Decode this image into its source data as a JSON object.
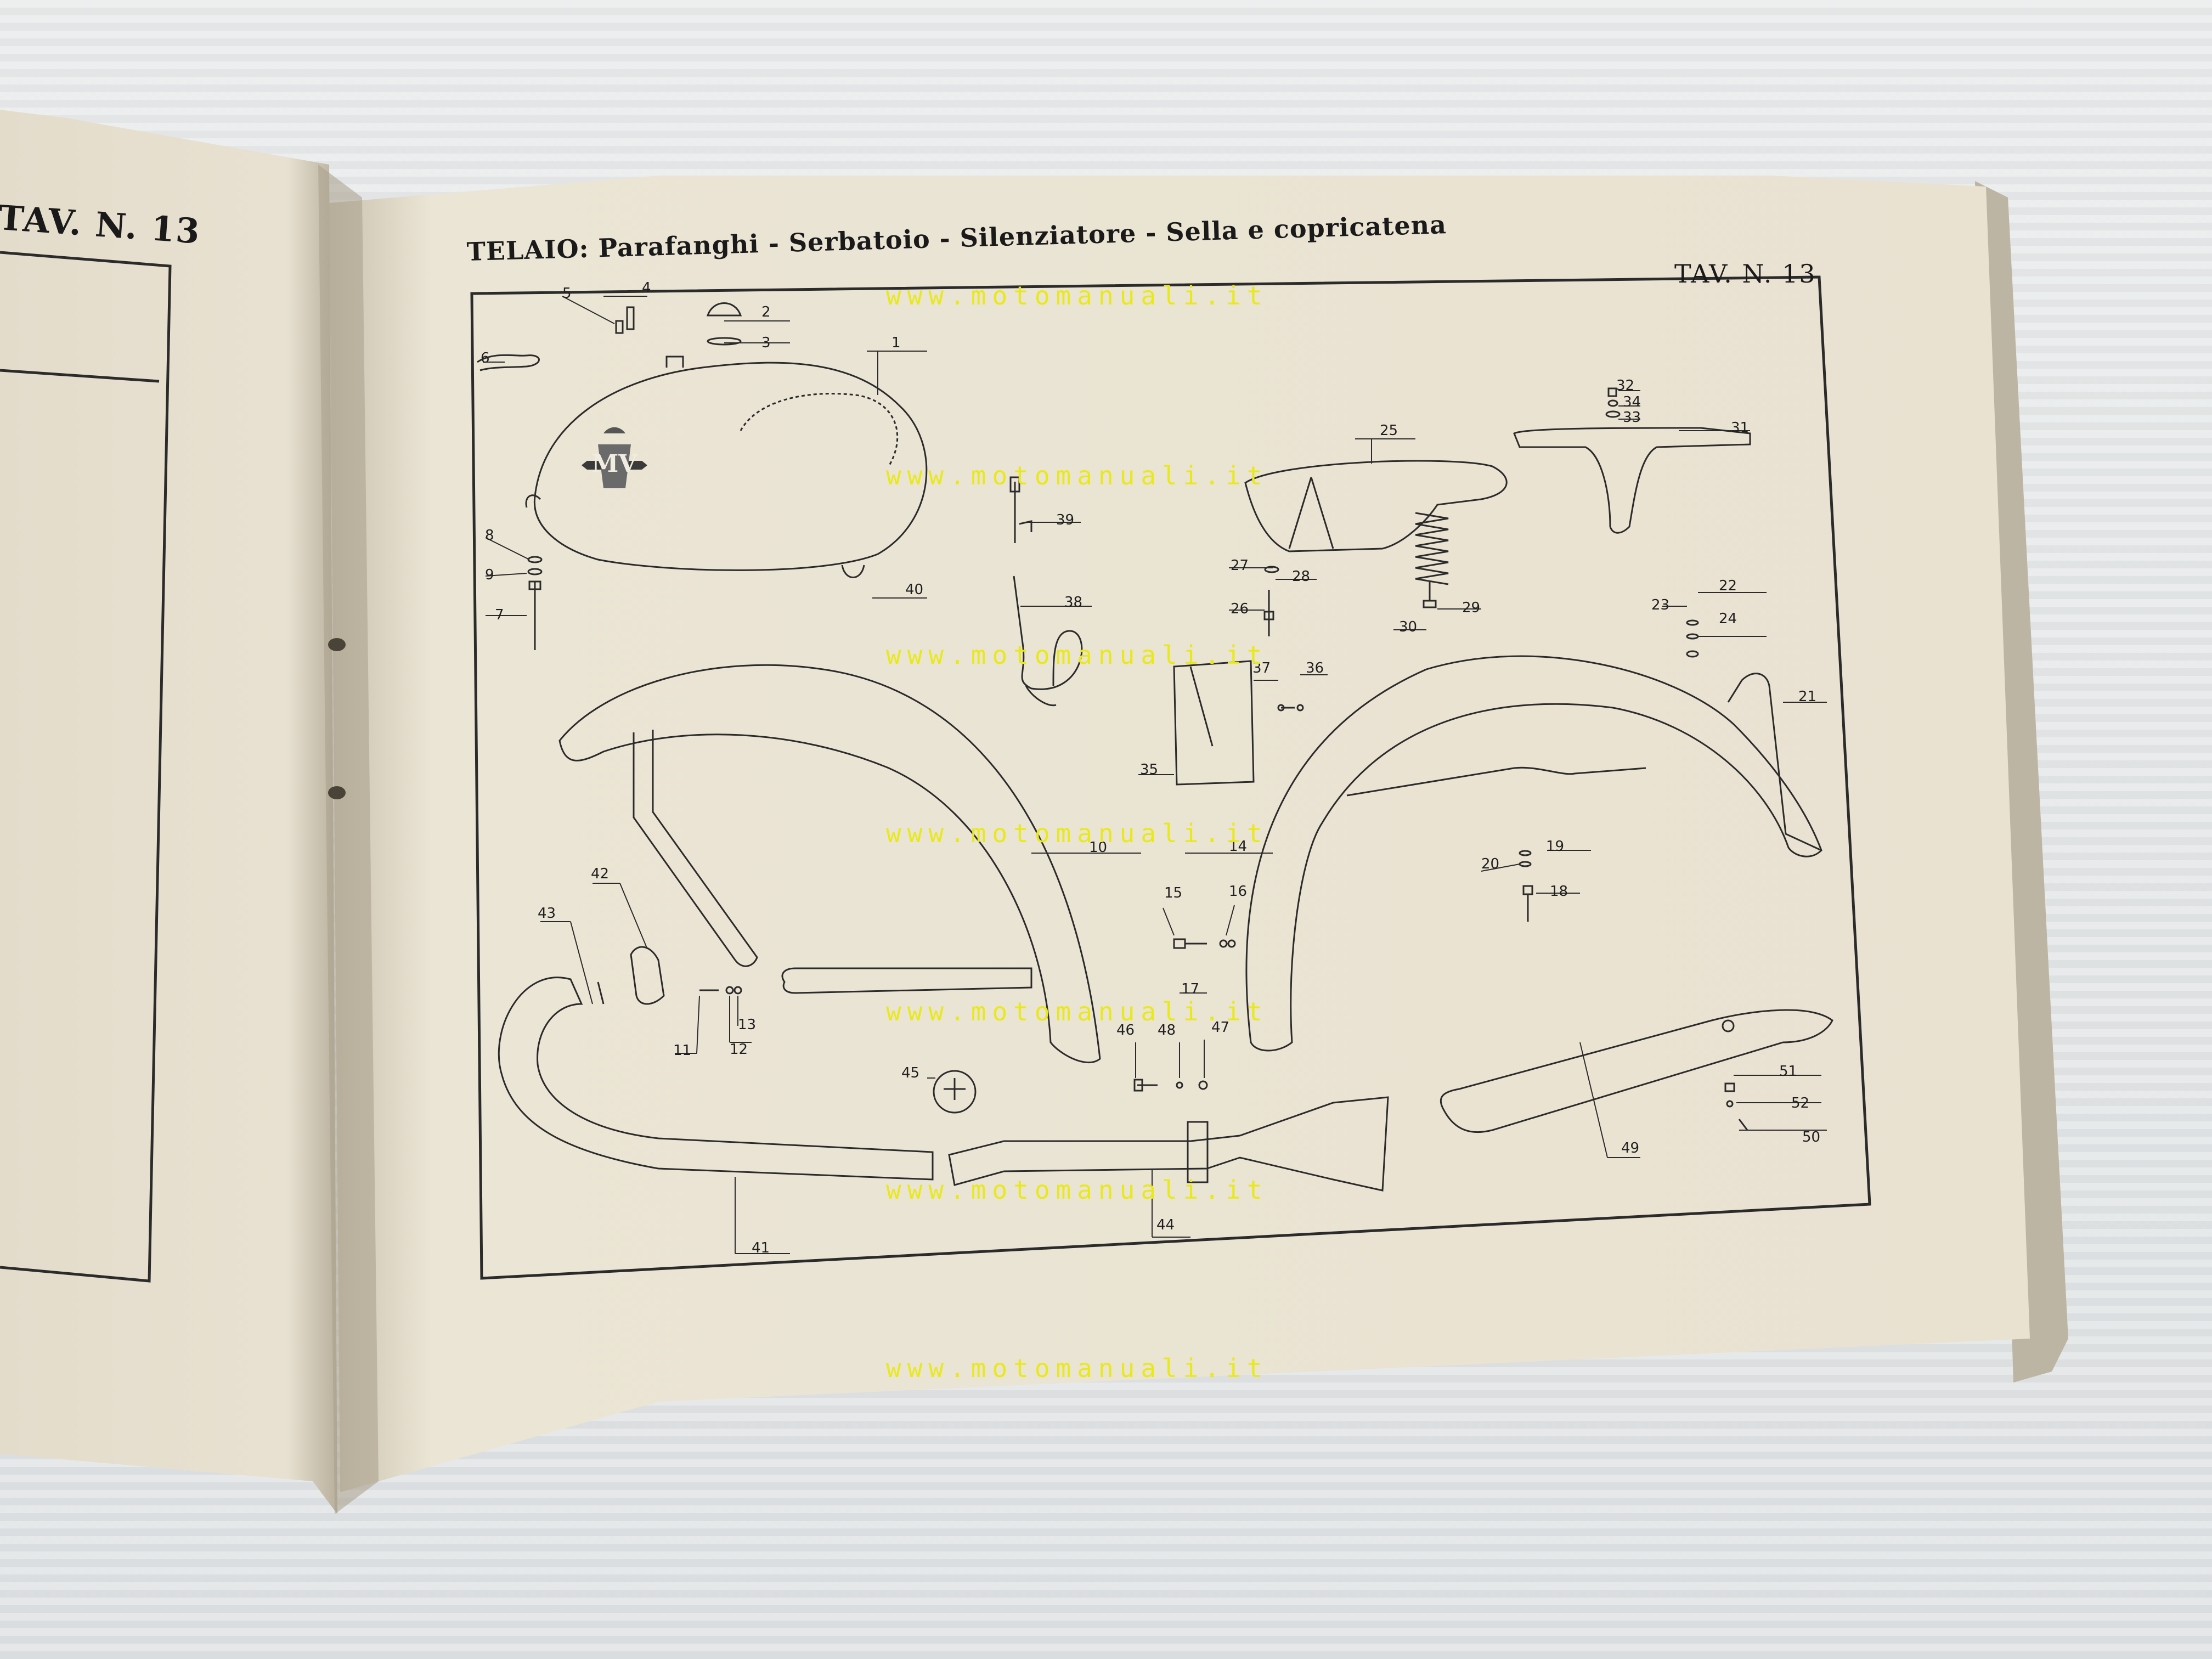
{
  "left_page": {
    "plate_label": "TAV. N. 13"
  },
  "right_page": {
    "title": "TELAIO: Parafanghi - Serbatoio - Silenziatore - Sella e copricatena",
    "plate_label": "TAV. N. 13",
    "logo_text": "MV"
  },
  "watermark": {
    "text": "www.motomanuali.it",
    "color": "#e9e91a",
    "count": 7
  },
  "part_numbers": [
    "1",
    "2",
    "3",
    "4",
    "5",
    "6",
    "7",
    "8",
    "9",
    "10",
    "11",
    "12",
    "13",
    "14",
    "15",
    "16",
    "17",
    "18",
    "19",
    "20",
    "21",
    "22",
    "23",
    "24",
    "25",
    "26",
    "27",
    "28",
    "29",
    "30",
    "31",
    "32",
    "33",
    "34",
    "35",
    "36",
    "37",
    "38",
    "39",
    "40",
    "41",
    "42",
    "43",
    "44",
    "45",
    "46",
    "47",
    "48",
    "49",
    "50",
    "51",
    "52"
  ],
  "colors": {
    "paper": "#ece6d6",
    "line_ink": "#2b2b2b",
    "background": "#e3e6e8"
  }
}
